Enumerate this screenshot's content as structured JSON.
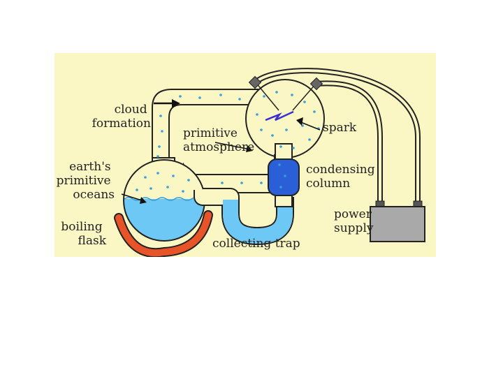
{
  "colors": {
    "panel_background": "#fbf7c4",
    "glass": "#fbf7c4",
    "water": "#6ec8f5",
    "droplet": "#3a9fd6",
    "condenser": "#2a5fd8",
    "heater": "#e8542a",
    "spark": "#3a2fd0",
    "power_supply": "#a9a9a9",
    "outline": "#222222"
  },
  "labels": {
    "cloud_formation": [
      "cloud",
      "formation"
    ],
    "primitive_atmosphere": [
      "primitive",
      "atmosphere"
    ],
    "spark": "spark",
    "earths_primitive_oceans": [
      "earth's",
      "primitive",
      "oceans"
    ],
    "condensing_column": [
      "condensing",
      "column"
    ],
    "power_supply": [
      "power",
      "supply"
    ],
    "boiling_flask": [
      "boiling",
      "flask"
    ],
    "collecting_trap": "collecting trap"
  },
  "icons": {
    "spark": "lightning-bolt-icon",
    "flow_arrow": "right-arrow-icon"
  }
}
